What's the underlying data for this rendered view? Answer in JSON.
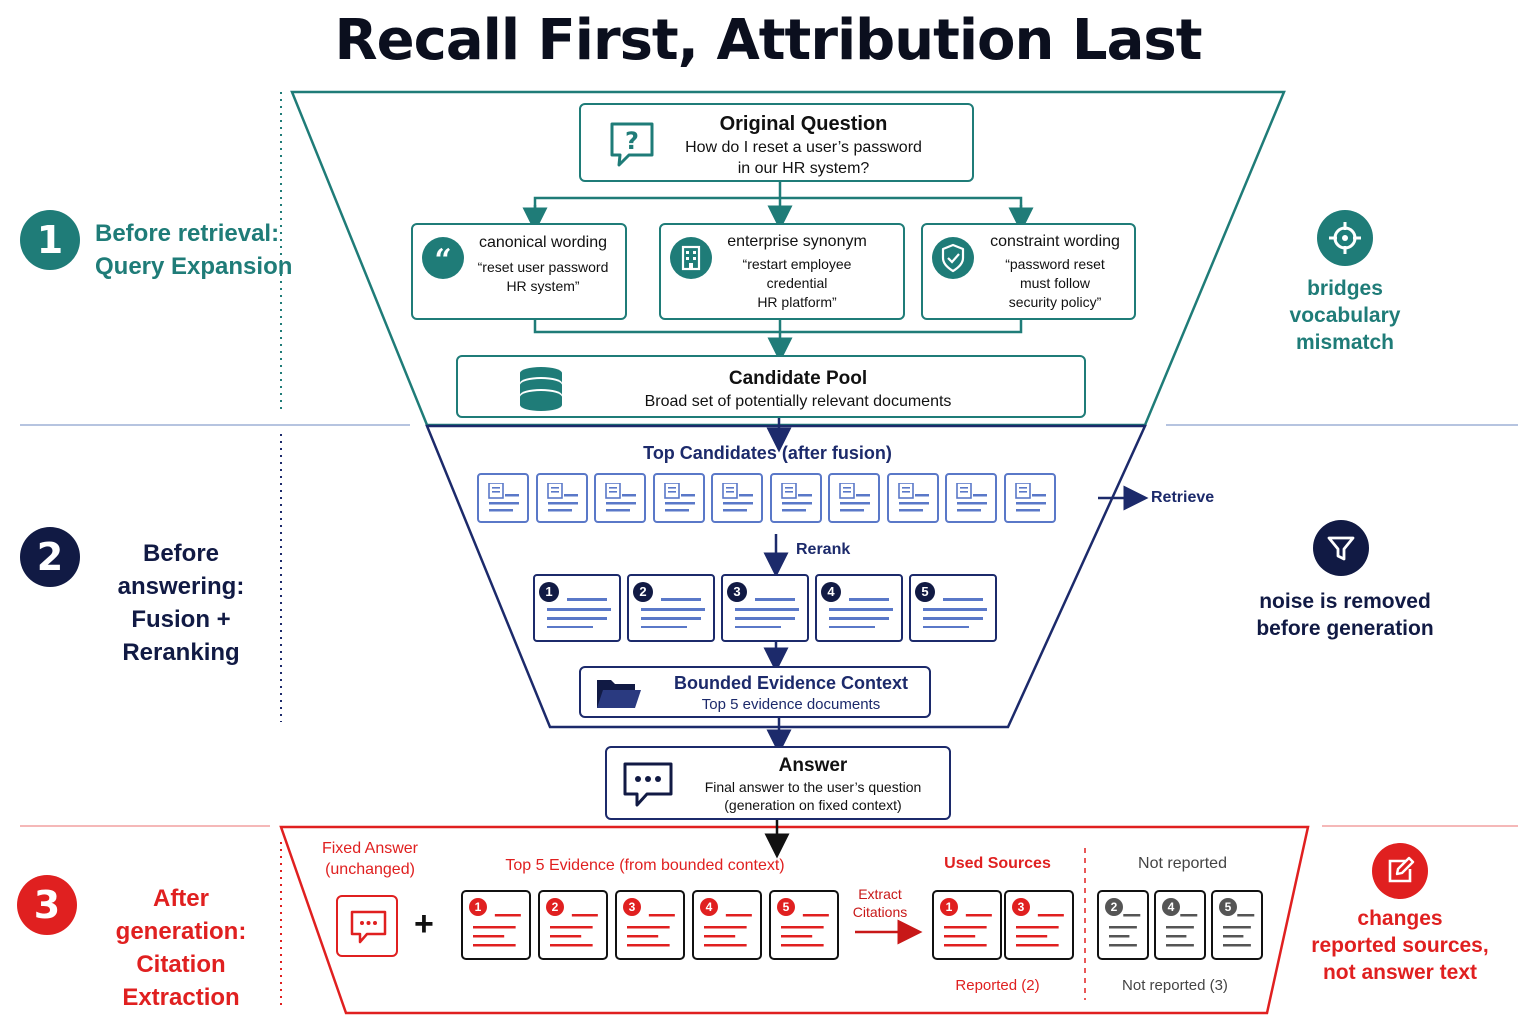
{
  "title": "Recall First, Attribution Last",
  "colors": {
    "teal": "#1f7c78",
    "navy": "#1c2a6b",
    "red": "#e02020",
    "gray": "#555555"
  },
  "steps": [
    {
      "number": "1",
      "line1": "Before retrieval:",
      "line2": "Query Expansion"
    },
    {
      "number": "2",
      "line1": "Before answering:",
      "line2": "Fusion + Reranking"
    },
    {
      "number": "3",
      "line1": "After generation:",
      "line2": "Citation Extraction"
    }
  ],
  "side_notes": [
    {
      "icon": "target-icon",
      "line1": "bridges",
      "line2": "vocabulary",
      "line3": "mismatch"
    },
    {
      "icon": "filter-icon",
      "line1": "noise is removed",
      "line2": "before generation"
    },
    {
      "icon": "edit-icon",
      "line1": "changes",
      "line2": "reported sources,",
      "line3": "not answer text"
    }
  ],
  "question": {
    "title": "Original Question",
    "line1": "How do I reset a user’s password",
    "line2": "in our HR system?"
  },
  "expansions": [
    {
      "icon": "quote-icon",
      "title": "canonical wording",
      "l1": "“reset user password",
      "l2": "HR system”",
      "l3": ""
    },
    {
      "icon": "building-icon",
      "title": "enterprise synonym",
      "l1": "“restart employee",
      "l2": "credential",
      "l3": "HR platform”"
    },
    {
      "icon": "shield-icon",
      "title": "constraint wording",
      "l1": "“password reset",
      "l2": "must follow",
      "l3": "security policy”"
    }
  ],
  "pool": {
    "title": "Candidate Pool",
    "subtitle": "Broad set of potentially relevant documents"
  },
  "top_candidates": {
    "title": "Top Candidates (after fusion)",
    "count": 10
  },
  "retrieve_label": "Retrieve",
  "rerank_label": "Rerank",
  "reranked": [
    "1",
    "2",
    "3",
    "4",
    "5"
  ],
  "bounded": {
    "title": "Bounded Evidence Context",
    "subtitle": "Top 5 evidence documents"
  },
  "answer": {
    "title": "Answer",
    "line1": "Final answer to the user’s question",
    "line2": "(generation on fixed context)"
  },
  "citation": {
    "fixed_answer_l1": "Fixed Answer",
    "fixed_answer_l2": "(unchanged)",
    "plus": "+",
    "evidence_title": "Top 5 Evidence (from bounded context)",
    "evidence": [
      "1",
      "2",
      "3",
      "4",
      "5"
    ],
    "extract_l1": "Extract",
    "extract_l2": "Citations",
    "used_title": "Used Sources",
    "used": [
      "1",
      "3"
    ],
    "used_caption": "Reported (2)",
    "not_title": "Not reported",
    "not_reported": [
      "2",
      "4",
      "5"
    ],
    "not_caption": "Not reported (3)"
  }
}
